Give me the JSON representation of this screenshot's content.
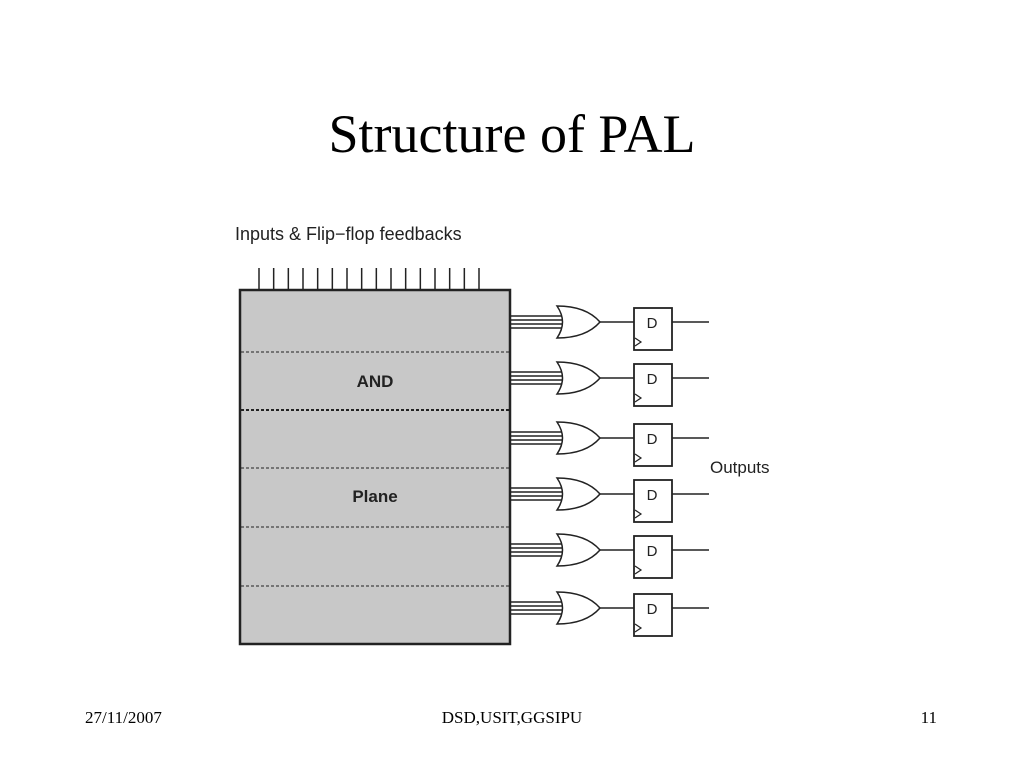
{
  "slide": {
    "title": "Structure of PAL"
  },
  "diagram": {
    "input_label": "Inputs & Flip−flop feedbacks",
    "and_label": "AND",
    "plane_label": "Plane",
    "ff_label": "D",
    "outputs_label": "Outputs",
    "input_line_count": 16,
    "output_stage_count": 6,
    "colors": {
      "and_plane_fill": "#c8c8c8",
      "stroke": "#222222",
      "background": "#ffffff"
    }
  },
  "footer": {
    "date": "27/11/2007",
    "center": "DSD,USIT,GGSIPU",
    "page_number": "11"
  }
}
